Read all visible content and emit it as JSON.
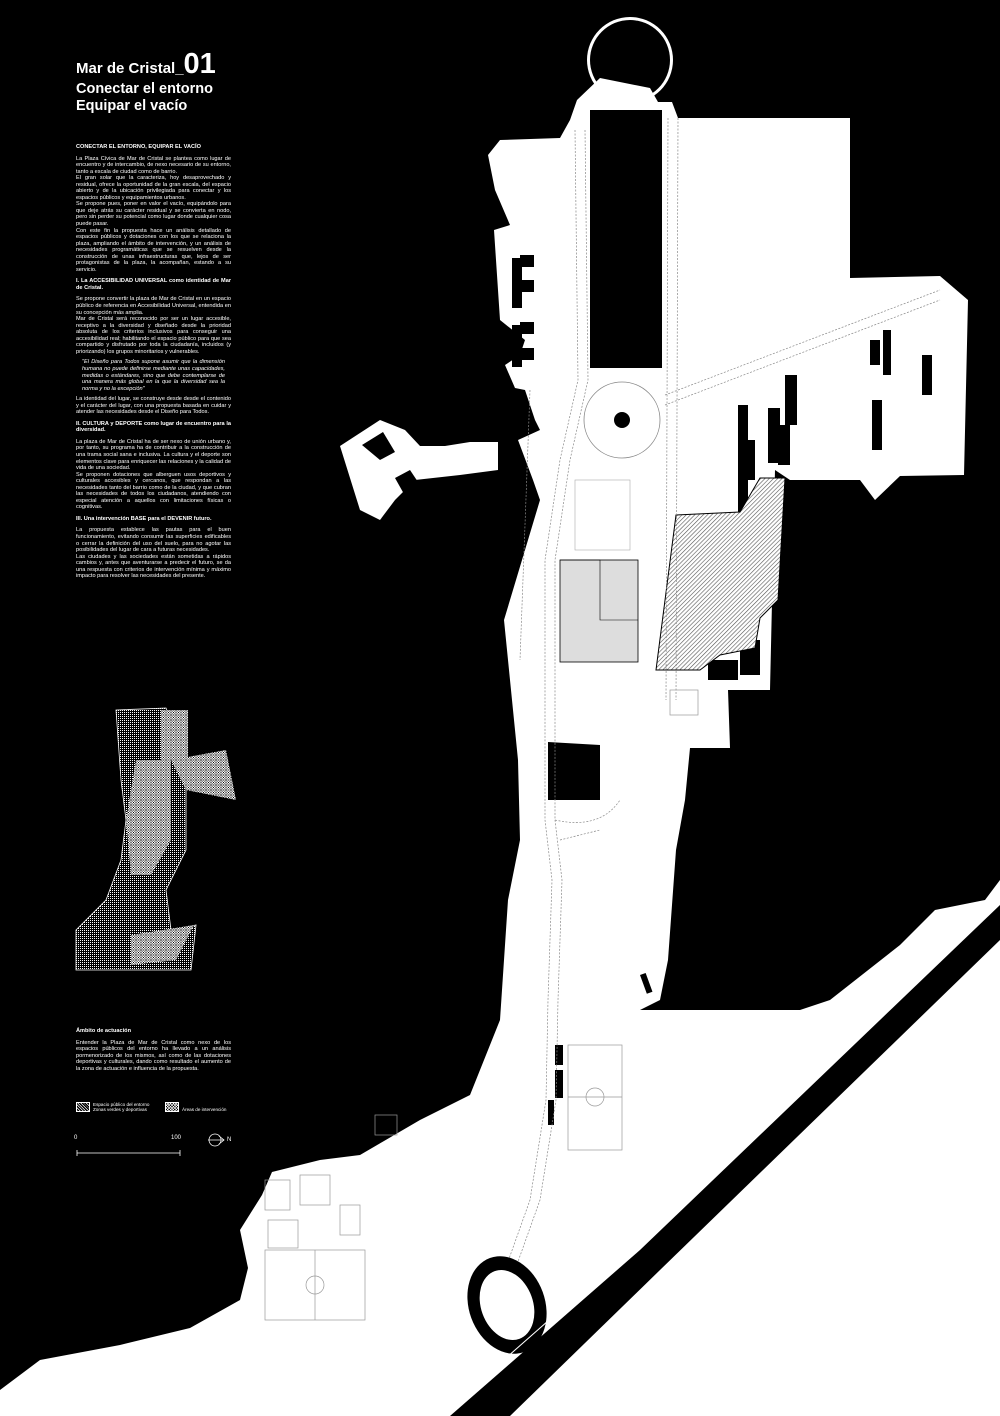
{
  "title": {
    "prefix": "Mar de Cristal_",
    "number": "01",
    "line2": "Conectar el entorno",
    "line3": "Equipar el vacío"
  },
  "text": {
    "heading": "CONECTAR EL ENTORNO, EQUIPAR EL VACÍO",
    "intro_p1": "La Plaza Cívica de Mar de Cristal se plantea como lugar de encuentro y de intercambio, de nexo necesario de su entorno, tanto a escala de ciudad como de barrio.",
    "intro_p2": "El gran solar que la caracteriza, hoy desaprovechado y residual, ofrece la oportunidad de la gran escala, del espacio abierto y de la ubicación privilegiada para conectar y los espacios públicos y equipamientos urbanos.",
    "intro_p3": "Se propone pues, poner en valor el vacío, equipándolo para que deje atrás su carácter residual y se convierta en nodo, pero sin perder su potencial como lugar donde cualquier cosa puede pasar.",
    "intro_p4": "Con este fin la propuesta hace un análisis detallado de espacios públicos y dotaciones con los que se relaciona la plaza, ampliando el ámbito de intervención, y un análisis de necesidades programáticas que se resuelven desde la construcción de unas infraestructuras que, lejos de ser protagonistas de la plaza, la acompañan, estando a su servicio.",
    "s1_heading": "I. La ACCESIBILIDAD UNIVERSAL como identidad de Mar de Cristal.",
    "s1_p1": "Se propone convertir la plaza de Mar de Cristal en un espacio público de referencia en Accesibilidad Universal, entendida en su concepción más amplia.",
    "s1_p2": "Mar de Cristal será reconocido por ser un lugar accesible, receptivo a la diversidad y diseñado desde la prioridad absoluta de los criterios inclusivos para conseguir una accesibilidad real; habilitando el espacio público para que sea compartido y disfrutado por toda la ciudadanía, incluidos (y priorizando) los grupos minoritarios y vulnerables.",
    "s1_quote": "\"El Diseño para Todos supone asumir que la dimensión humana no puede definirse mediante unas capacidades, medidas o estándares, sino que debe contemplarse de una manera más global en la que la diversidad sea la norma y no la excepción\"",
    "s1_p3": "La identidad del lugar, se construye desde desde el contenido y el carácter del lugar, con una propuesta basada en cuidar y atender las necesidades desde el Diseño para Todos.",
    "s2_heading": "II. CULTURA y DEPORTE como lugar de encuentro para la diversidad.",
    "s2_p1": "La plaza de Mar de Cristal ha de ser nexo de unión urbano y, por tanto, su programa ha de contribuir a la construcción de una trama social sana e inclusiva. La cultura y el deporte son elementos clave para enriquecer las relaciones y la calidad de vida de una sociedad.",
    "s2_p2": "Se proponen dotaciones que alberguen usos deportivos y culturales accesibles y cercanos, que respondan a las necesidades tanto del barrio como de la ciudad, y que cubran las necesidades de todos los ciudadanos, atendiendo con especial atención a aquellos con limitaciones físicas o cognitivas.",
    "s3_heading": "III. Una intervención BASE para el DEVENIR futuro.",
    "s3_p1": "La propuesta establece las pautas para el buen funcionamiento, evitando consumir las superficies edificables o cerrar la definición del uso del suelo, para no agotar las posibilidades del lugar de cara a futuras necesidades.",
    "s3_p2": "Las ciudades y las sociedades están sometidas a rápidos cambios y, antes que aventurarse a predecir el futuro, se da una respuesta con criterios de intervención mínima y máximo impacto para resolver las necesidades del presente."
  },
  "ambito": {
    "heading": "Ámbito de actuación",
    "body": "Entender la Plaza de Mar de Cristal como nexo de los espacios públicos del entorno ha llevado a un análisis pormenorizado de los mismos, así como de las dotaciones deportivas y culturales, dando como resultado el aumento de la zona de actuación e influencia de la propuesta."
  },
  "legend": {
    "item1_line1": "Espacio público del entorno",
    "item1_line2": "Zonas verdes y deportivas",
    "item2": "Áreas de intervención"
  },
  "scale": {
    "start": "0",
    "end": "100",
    "north": "N"
  },
  "colors": {
    "background": "#000000",
    "ground": "#ffffff",
    "hatch": "#666666"
  }
}
